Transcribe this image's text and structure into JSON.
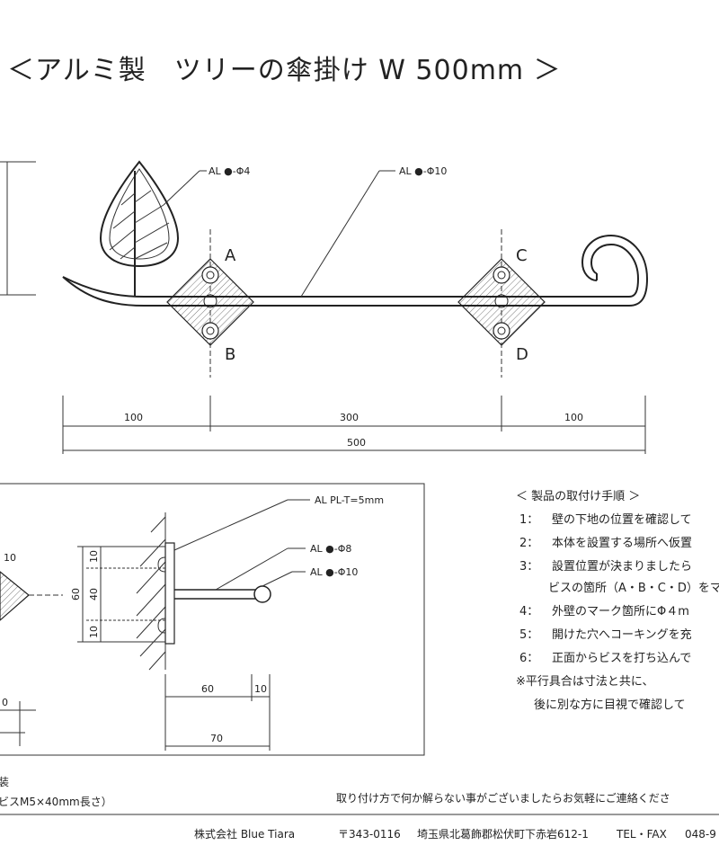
{
  "title": "＜アルミ製　ツリーの傘掛け W 500mm ＞",
  "front_view": {
    "callout_leaf": "AL ●-Φ4",
    "callout_bar": "AL ●-Φ10",
    "mount_labels": [
      "A",
      "B",
      "C",
      "D"
    ],
    "dimensions": {
      "left": "100",
      "middle": "300",
      "right": "100",
      "total": "500"
    }
  },
  "side_view": {
    "plate_label": "AL PL-T=5mm",
    "callout_small": "AL ●-Φ8",
    "callout_large": "AL ●-Φ10",
    "partial_callout": "10",
    "dims_vertical": {
      "top": "10",
      "middle": "40",
      "bottom": "10",
      "overall": "60"
    },
    "dims_horizontal": {
      "depth": "60",
      "offset": "10",
      "total": "70"
    },
    "partial_bottom": "0"
  },
  "instructions": {
    "heading": "＜ 製品の取付け手順 ＞",
    "steps": [
      {
        "num": "1：",
        "text": "壁の下地の位置を確認して"
      },
      {
        "num": "2：",
        "text": "本体を設置する場所へ仮置"
      },
      {
        "num": "3：",
        "text": "設置位置が決まりましたら"
      },
      {
        "num": "",
        "text": "ビスの箇所（A・B・C・D）をマ"
      },
      {
        "num": "4：",
        "text": "外壁のマーク箇所にΦ４m"
      },
      {
        "num": "5：",
        "text": "開けた穴へコーキングを充"
      },
      {
        "num": "6：",
        "text": "正面からビスを打ち込んで"
      }
    ],
    "note_line1": "※平行具合は寸法と共に、",
    "note_line2": "後に別な方に目視で確認して"
  },
  "bottom_left": {
    "line1": "装",
    "line2": "ビスM5×40mm長さ）"
  },
  "contact_note": "取り付け方で何か解らない事がございましたらお気軽にご連絡くださ",
  "footer": {
    "company": "株式会社 Blue Tiara",
    "postal": "〒343-0116",
    "address": "埼玉県北葛飾郡松伏町下赤岩612-1",
    "tel_label": "TEL・FAX",
    "tel": "048-9"
  }
}
